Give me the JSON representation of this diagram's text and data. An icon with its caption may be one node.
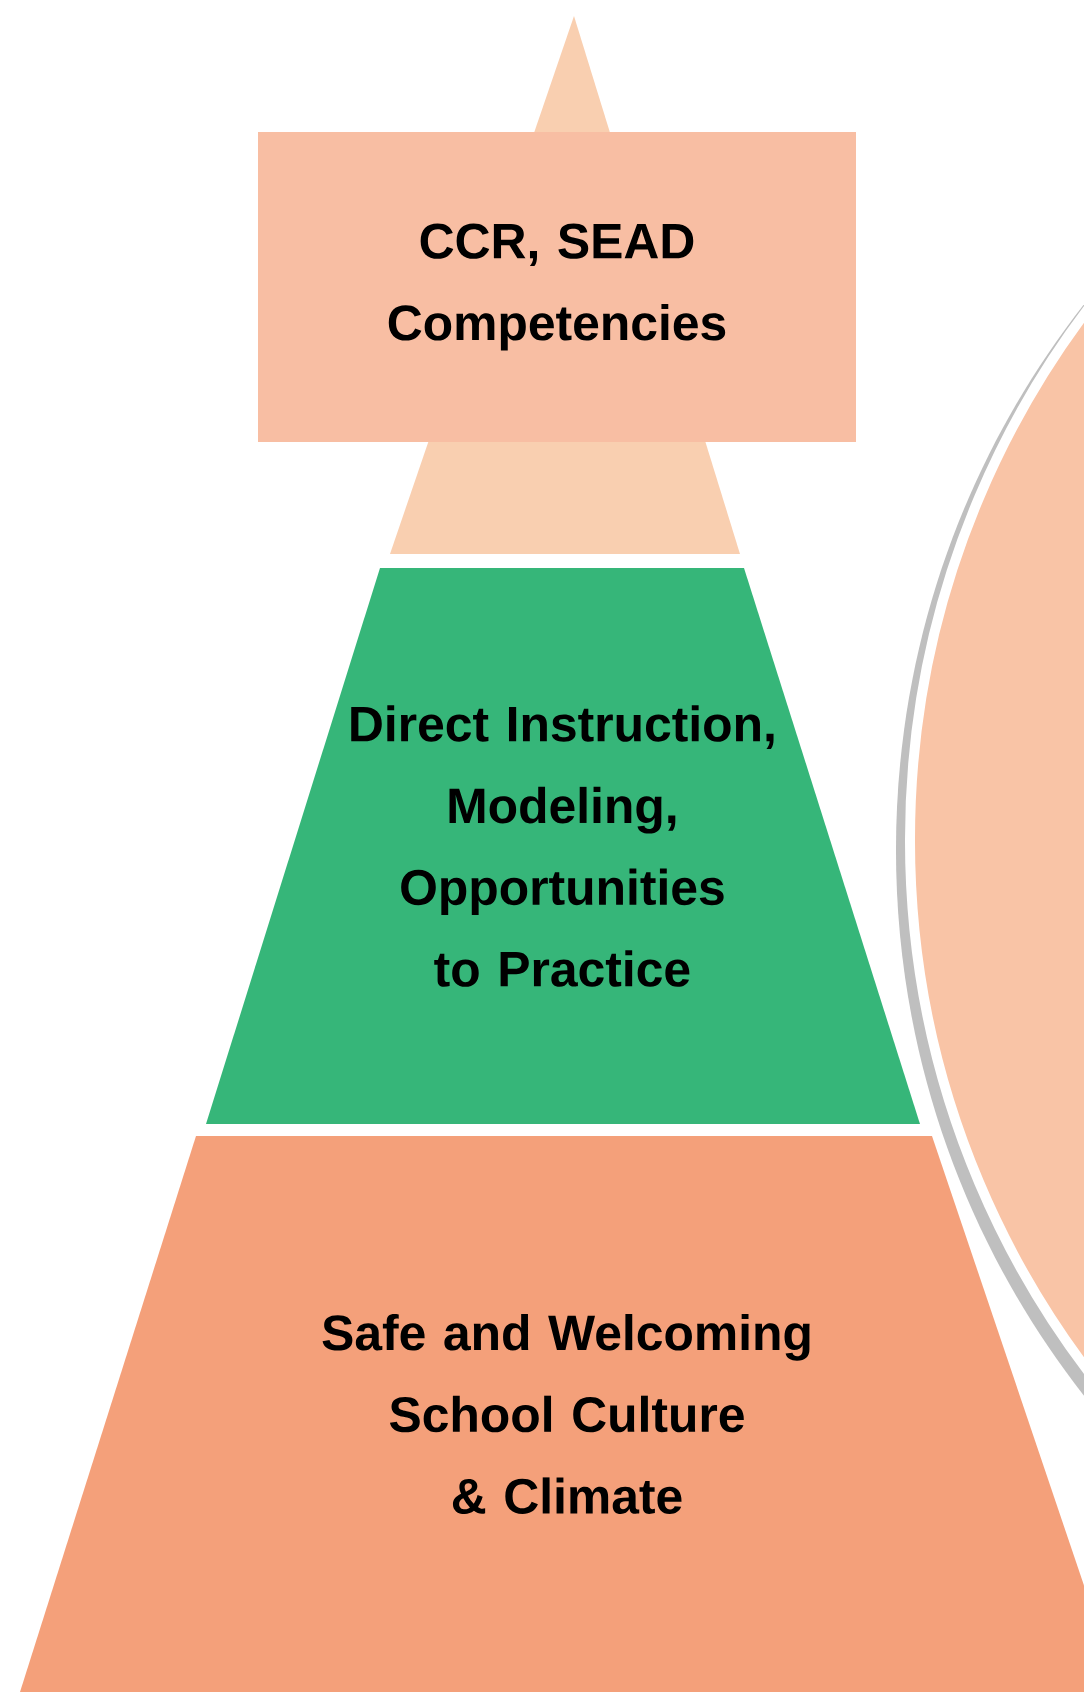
{
  "diagram": {
    "nodes": [
      {
        "text": [],
        "shape": "triangle"
      },
      {
        "text": [
          "CCR, SEAD Competencies"
        ]
      },
      {
        "text": [
          "Direct Instruction, Modeling, Opportunities to Practice"
        ]
      },
      {
        "text": [
          "Safe and Welcoming School Culture & Climate"
        ]
      },
      {
        "text": [],
        "shape": "circle"
      }
    ]
  }
}
